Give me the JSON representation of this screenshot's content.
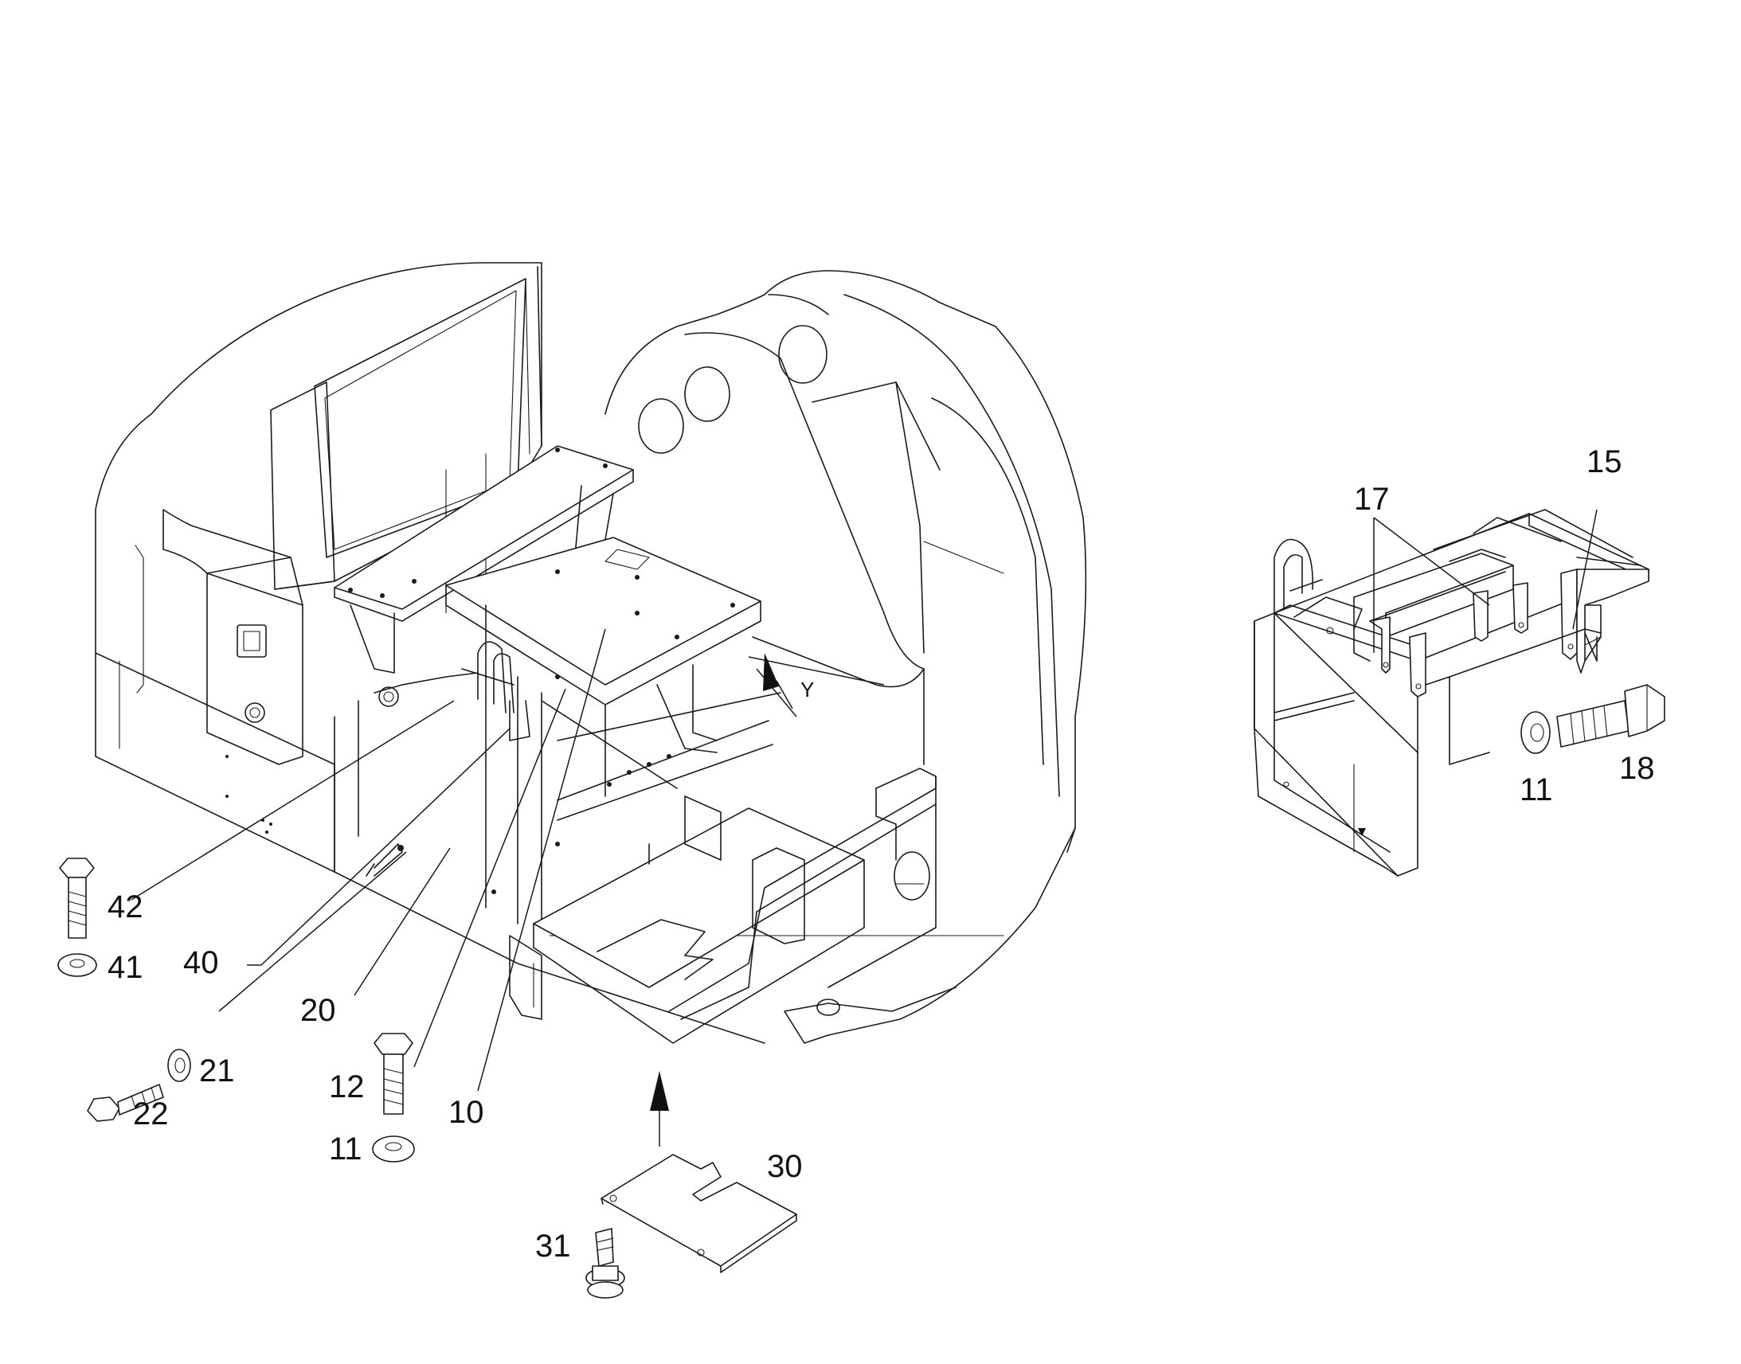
{
  "callouts": {
    "c10": "10",
    "c11a": "11",
    "c11b": "11",
    "c12": "12",
    "c15": "15",
    "c17": "17",
    "c18": "18",
    "c20": "20",
    "c21": "21",
    "c22": "22",
    "c30": "30",
    "c31": "31",
    "c40": "40",
    "c41": "41",
    "c42": "42",
    "y": "Y"
  },
  "colors": {
    "line": "#1a1a1a",
    "background": "#ffffff"
  }
}
